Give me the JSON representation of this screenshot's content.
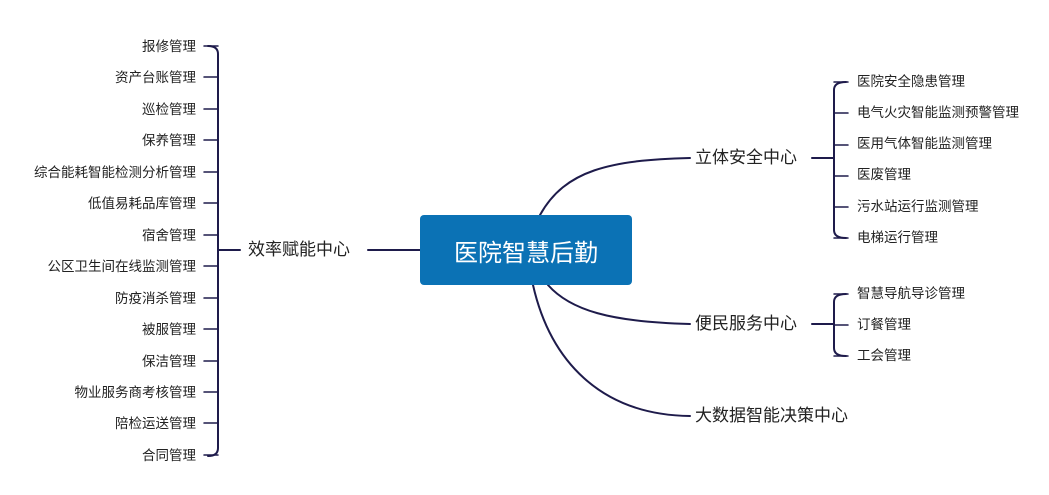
{
  "root": {
    "title": "医院智慧后勤"
  },
  "left": {
    "label": "效率赋能中心",
    "items": [
      "报修管理",
      "资产台账管理",
      "巡检管理",
      "保养管理",
      "综合能耗智能检测分析管理",
      "低值易耗品库管理",
      "宿舍管理",
      "公区卫生间在线监测管理",
      "防疫消杀管理",
      "被服管理",
      "保洁管理",
      "物业服务商考核管理",
      "陪检运送管理",
      "合同管理"
    ]
  },
  "right": [
    {
      "label": "立体安全中心",
      "items": [
        "医院安全隐患管理",
        "电气火灾智能监测预警管理",
        "医用气体智能监测管理",
        "医废管理",
        "污水站运行监测管理",
        "电梯运行管理"
      ]
    },
    {
      "label": "便民服务中心",
      "items": [
        "智慧导航导诊管理",
        "订餐管理",
        "工会管理"
      ]
    },
    {
      "label": "大数据智能决策中心",
      "items": []
    }
  ],
  "colors": {
    "root_fill": "#0b72b5",
    "line": "#1e1b4b"
  }
}
